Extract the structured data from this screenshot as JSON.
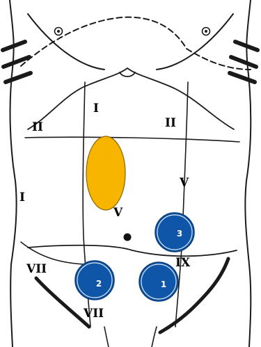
{
  "colors": {
    "marker_fill": "#0f56a8",
    "marker_ring": "#ffffff",
    "marker_outline": "#0a3d7a",
    "ellipse_fill": "#f7b500",
    "ellipse_outline": "#8a6400",
    "line": "#1a1a1a"
  },
  "labels": {
    "i_upper": "I",
    "ii_left": "II",
    "ii_right": "II",
    "i_side": "I",
    "v_right": "V",
    "v_center": "V",
    "ix": "IX",
    "vii_left": "VII",
    "vii_bottom": "VII"
  },
  "markers": {
    "m1": "1",
    "m2": "2",
    "m3": "3"
  }
}
